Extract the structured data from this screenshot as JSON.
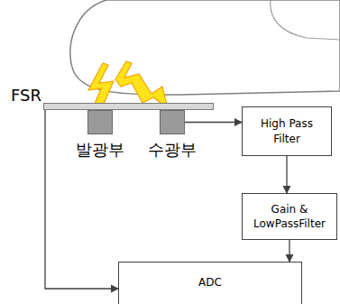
{
  "diagram": {
    "nodes": [
      {
        "text": [
          "FSR"
        ]
      },
      {
        "text": [
          "발광부"
        ]
      },
      {
        "text": [
          "수광부"
        ]
      },
      {
        "text": [
          "High Pass Filter"
        ]
      },
      {
        "text": [
          "Gain & LowPassFilter"
        ]
      },
      {
        "text": [
          "ADC"
        ]
      }
    ],
    "edges": [
      {
        "from": 2,
        "to": 3,
        "arrow": "to"
      },
      {
        "from": 3,
        "to": 4,
        "arrow": "to"
      },
      {
        "from": 4,
        "to": 5,
        "arrow": "to"
      },
      {
        "from": 0,
        "to": 5,
        "arrow": "to"
      }
    ]
  }
}
